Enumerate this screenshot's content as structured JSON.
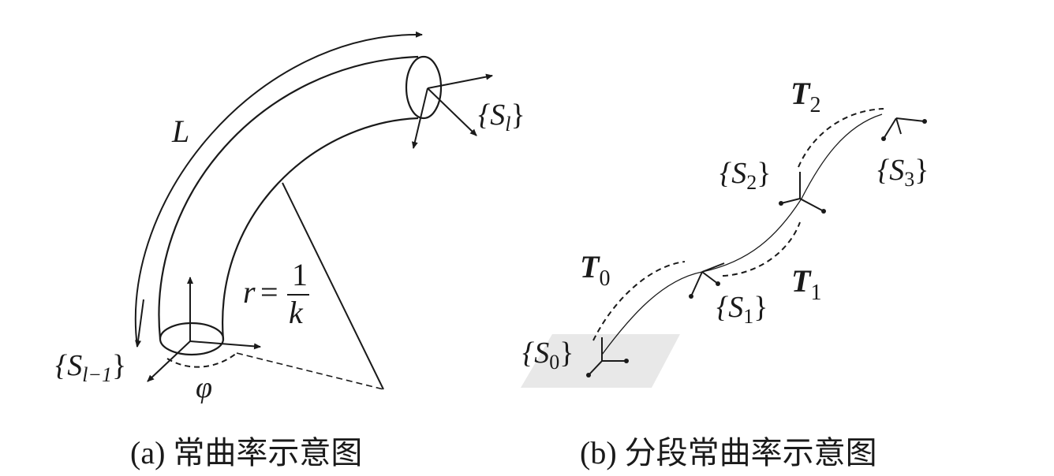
{
  "panel_a": {
    "label_L": "L",
    "frame_end": "{S",
    "frame_end_sub": "l",
    "frame_end_close": "}",
    "frame_start": "{S",
    "frame_start_sub": "l−1",
    "frame_start_close": "}",
    "radius_r": "r",
    "radius_eq": "=",
    "radius_num": "1",
    "radius_den": "k",
    "angle_phi": "φ",
    "caption": "(a) 常曲率示意图"
  },
  "panel_b": {
    "T0": "T",
    "T0_sub": "0",
    "T1": "T",
    "T1_sub": "1",
    "T2": "T",
    "T2_sub": "2",
    "S0": "{S",
    "S0_sub": "0",
    "S0_close": "}",
    "S1": "{S",
    "S1_sub": "1",
    "S1_close": "}",
    "S2": "{S",
    "S2_sub": "2",
    "S2_close": "}",
    "S3": "{S",
    "S3_sub": "3",
    "S3_close": "}",
    "caption": "(b) 分段常曲率示意图"
  },
  "colors": {
    "ink": "#1a1a1a",
    "base_plate": "#e6e6e6"
  }
}
